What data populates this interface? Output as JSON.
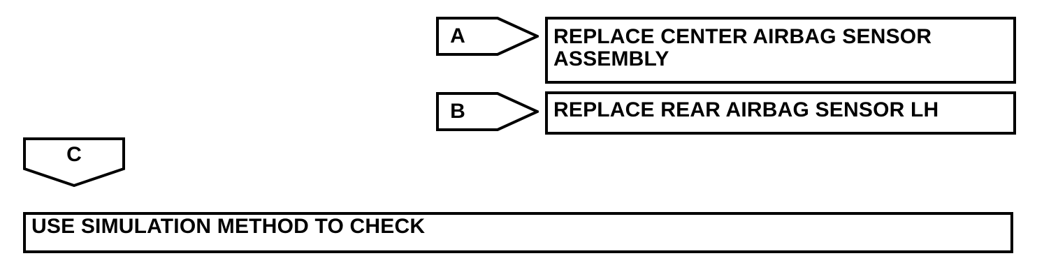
{
  "diagram": {
    "type": "troubleshooting-flowchart",
    "background_color": "#ffffff",
    "line_color": "#000000",
    "branches": [
      {
        "label": "A",
        "connector_shape": "right-arrow-pentagon",
        "action": "REPLACE CENTER AIRBAG SENSOR ASSEMBLY"
      },
      {
        "label": "B",
        "connector_shape": "right-arrow-pentagon",
        "action": "REPLACE REAR AIRBAG SENSOR LH"
      },
      {
        "label": "C",
        "connector_shape": "down-arrow-pentagon",
        "action": "USE SIMULATION METHOD TO CHECK"
      }
    ]
  }
}
